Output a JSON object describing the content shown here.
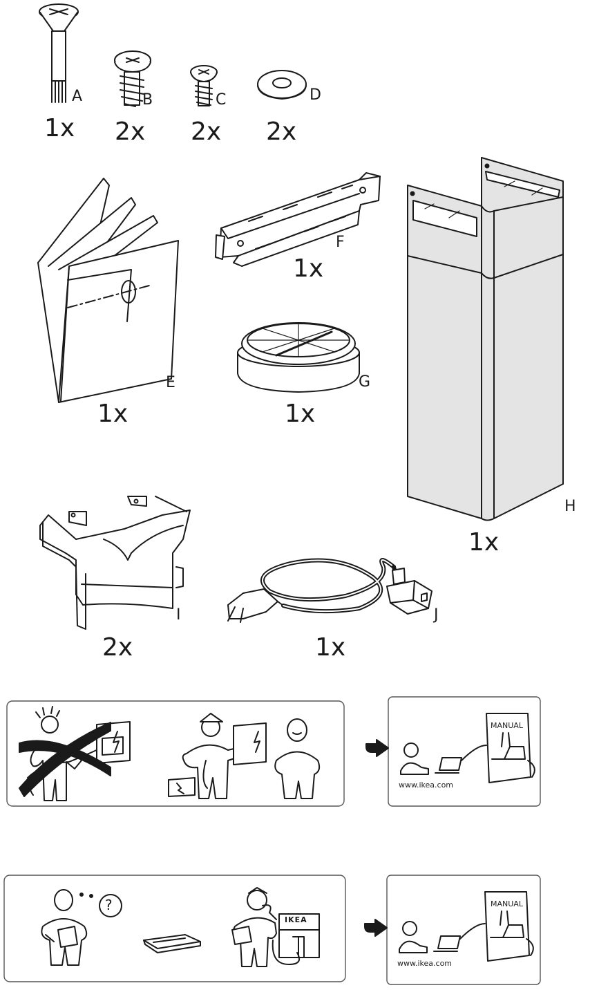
{
  "parts": [
    {
      "letter": "A",
      "qty": "1x"
    },
    {
      "letter": "B",
      "qty": "2x"
    },
    {
      "letter": "C",
      "qty": "2x"
    },
    {
      "letter": "D",
      "qty": "2x"
    },
    {
      "letter": "E",
      "qty": "1x"
    },
    {
      "letter": "F",
      "qty": "1x"
    },
    {
      "letter": "G",
      "qty": "1x"
    },
    {
      "letter": "H",
      "qty": "1x"
    },
    {
      "letter": "I",
      "qty": "2x"
    },
    {
      "letter": "J",
      "qty": "1x"
    }
  ],
  "info_panels": [
    {
      "manual_label": "MANUAL",
      "url": "www.ikea.com"
    },
    {
      "manual_label": "MANUAL",
      "url": "www.ikea.com"
    }
  ],
  "store_sign": "IKEA",
  "question_mark": "?",
  "colors": {
    "line": "#1a1a1a",
    "chimney_fill": "#e4e4e4",
    "panel_border": "#555555"
  }
}
